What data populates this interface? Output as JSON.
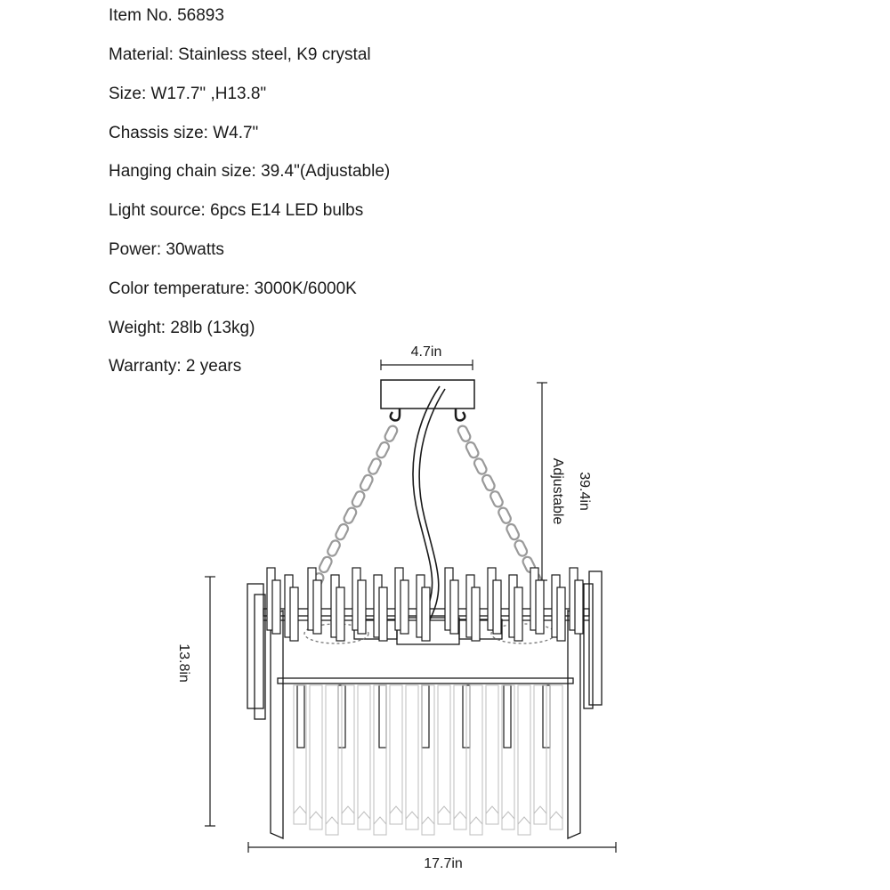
{
  "specs": {
    "item_no": "Item No. 56893",
    "material": "Material: Stainless steel, K9 crystal",
    "size": "Size: W17.7\" ,H13.8\"",
    "chassis": "Chassis size: W4.7\"",
    "chain": "Hanging chain size: 39.4\"(Adjustable)",
    "light_source": "Light source: 6pcs E14 LED bulbs",
    "power": "Power: 30watts",
    "color_temp": "Color temperature: 3000K/6000K",
    "weight": "Weight: 28lb (13kg)",
    "warranty": "Warranty: 2 years"
  },
  "dimensions": {
    "chassis_width": "4.7in",
    "chain_length": "39.4in",
    "chain_note": "Adjustable",
    "height": "13.8in",
    "width": "17.7in"
  },
  "colors": {
    "line": "#1a1a1a",
    "chain": "#9a9a9a",
    "crystal": "#bdbdbd"
  }
}
